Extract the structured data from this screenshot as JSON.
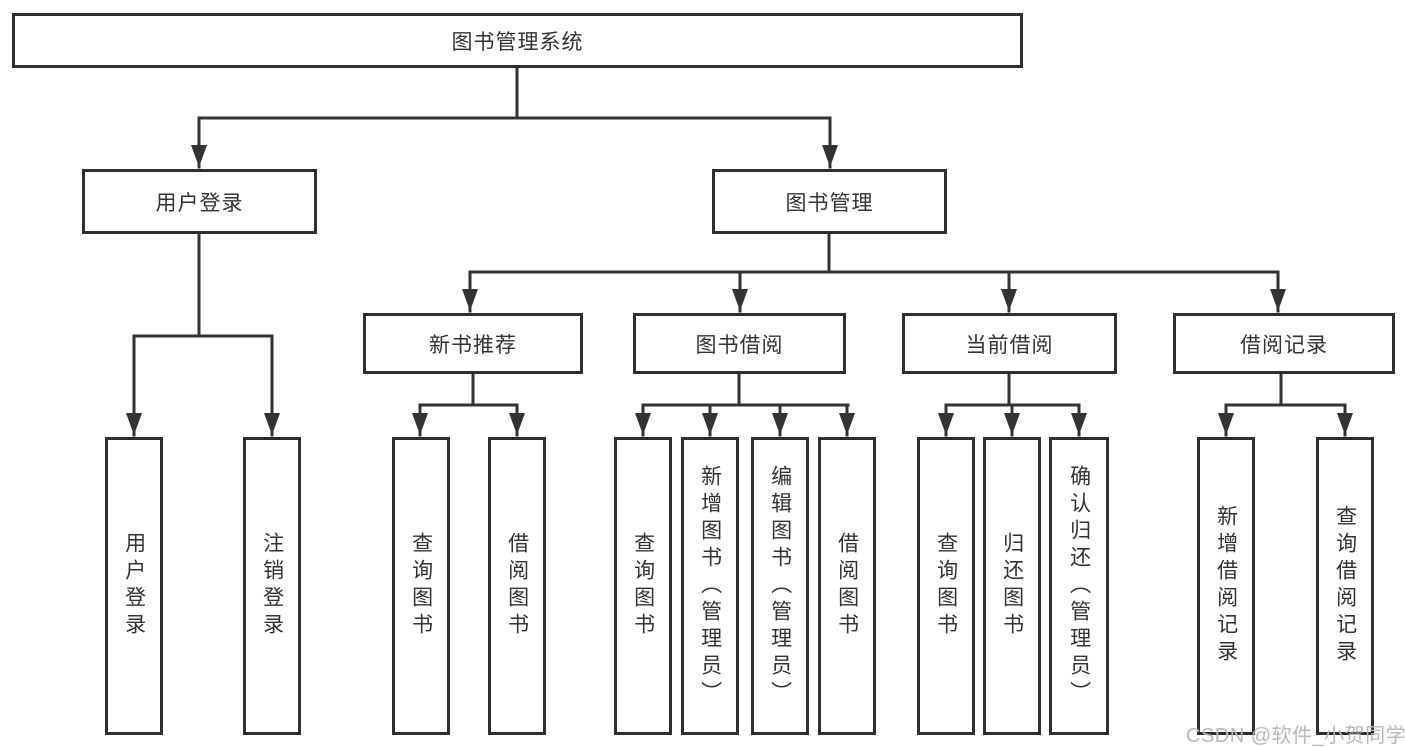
{
  "diagram": {
    "root": {
      "label": "图书管理系统"
    },
    "branches": [
      {
        "label": "用户登录",
        "children": [
          {
            "label": "用户登录"
          },
          {
            "label": "注销登录"
          }
        ]
      },
      {
        "label": "图书管理",
        "children": [
          {
            "label": "新书推荐",
            "children": [
              {
                "label": "查询图书"
              },
              {
                "label": "借阅图书"
              }
            ]
          },
          {
            "label": "图书借阅",
            "children": [
              {
                "label": "查询图书"
              },
              {
                "label": "新增图书（管理员）"
              },
              {
                "label": "编辑图书（管理员）"
              },
              {
                "label": "借阅图书"
              }
            ]
          },
          {
            "label": "当前借阅",
            "children": [
              {
                "label": "查询图书"
              },
              {
                "label": "归还图书"
              },
              {
                "label": "确认归还（管理员）"
              }
            ]
          },
          {
            "label": "借阅记录",
            "children": [
              {
                "label": "新增借阅记录"
              },
              {
                "label": "查询借阅记录"
              }
            ]
          }
        ]
      }
    ]
  },
  "watermark": {
    "text": "CSDN @软件_小贺同学"
  },
  "colors": {
    "line": "#333333",
    "border": "#2e2e2e",
    "text": "#333333",
    "background": "#ffffff",
    "watermark": "#b9b9b9"
  }
}
